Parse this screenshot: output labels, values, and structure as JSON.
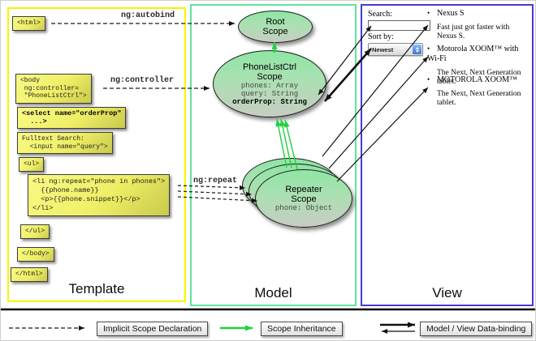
{
  "colors": {
    "template_border": "#f6f600",
    "model_border": "#62e39e",
    "view_border": "#4b3bd2",
    "scope_fill_top": "#8ee6a4",
    "scope_fill_bottom": "#c7cdc2",
    "code_box_fill": "#efef66",
    "inheritance_arrow_green": "#1fd23c",
    "arrow_black": "#111111"
  },
  "template": {
    "label": "Template",
    "boxes": {
      "html_open": "<html>",
      "body_open": "<body\n ng:controller=\n \"PhoneListCtrl\">",
      "select": "<select name=\"orderProp\"\n  ...>",
      "fulltext": "Fulltext Search:\n  <input name=\"query\">",
      "ul_open": "<ul>",
      "li_repeat": "<li ng:repeat=\"phone in phones\">\n  {{phone.name}}\n  <p>{{phone.snippet}}</p>\n</li>",
      "ul_close": "</ul>",
      "body_close": "</body>",
      "html_close": "</html>"
    }
  },
  "model": {
    "label": "Model",
    "root_scope": {
      "title": "Root\nScope"
    },
    "phonelistctrl_scope": {
      "title": "PhoneListCtrl\nScope",
      "prop_phones": "phones: Array",
      "prop_query": "query: String",
      "prop_orderprop": "orderProp: String"
    },
    "repeater_scope": {
      "title": "Repeater\nScope",
      "prop_phone": "phone: Object"
    }
  },
  "view": {
    "label": "View",
    "search_label": "Search:",
    "search_value": "",
    "sort_label": "Sort by:",
    "sort_value": "Newest",
    "items": [
      {
        "bullet": "•",
        "title": "Nexus S",
        "desc": "Fast just got faster with Nexus S."
      },
      {
        "bullet": "•",
        "title": "Motorola XOOM™ with Wi-Fi",
        "desc": "The Next, Next Generation tablet."
      },
      {
        "bullet": "•",
        "title": "MOTOROLA XOOM™",
        "desc": "The Next, Next Generation tablet."
      }
    ]
  },
  "directives": {
    "autobind": "ng:autobind",
    "controller": "ng:controller",
    "repeat": "ng:repeat"
  },
  "legend": {
    "implicit": "Implicit Scope Declaration",
    "inheritance": "Scope Inheritance",
    "databinding": "Model / View Data-binding"
  }
}
